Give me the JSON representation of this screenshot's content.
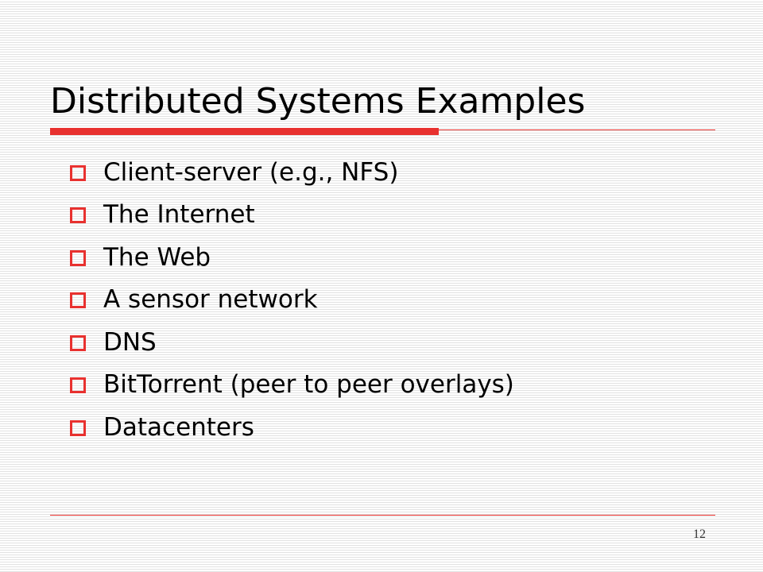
{
  "slide": {
    "title": "Distributed Systems Examples",
    "bullets": [
      "Client-server (e.g., NFS)",
      "The Internet",
      "The Web",
      "A sensor network",
      "DNS",
      "BitTorrent (peer to peer overlays)",
      "Datacenters"
    ],
    "page_number": "12"
  },
  "colors": {
    "accent": "#e8312f",
    "text": "#000000",
    "background_stripe": "#e2e2e2"
  }
}
